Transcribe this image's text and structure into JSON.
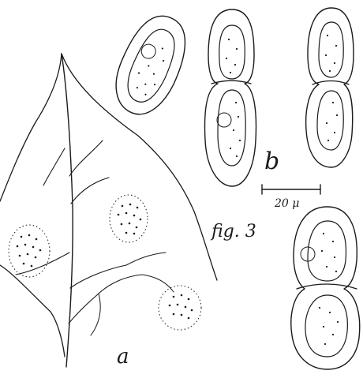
{
  "labels": {
    "panel_a": "a",
    "panel_b": "b",
    "scale_bar": "20 μ",
    "figure": "fig. 3"
  }
}
